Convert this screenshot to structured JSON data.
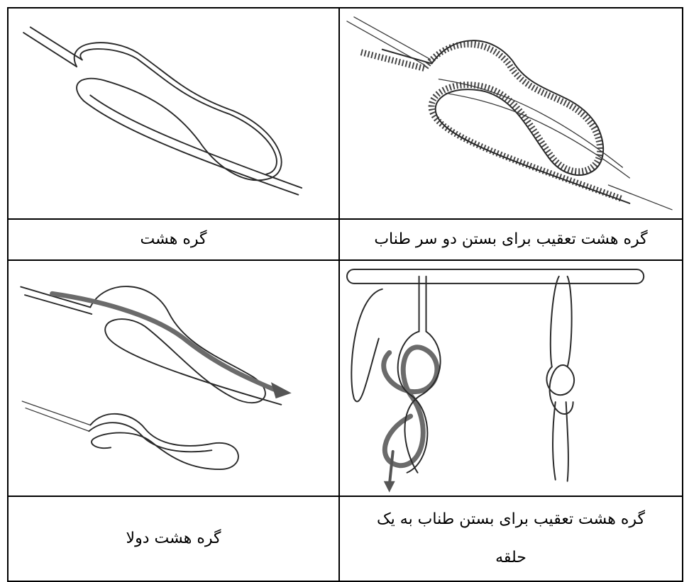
{
  "captions": {
    "figure_eight": "گره هشت",
    "figure_eight_follow_through_two_ends": "گره  هشت تعقیب برای بستن دو سر طناب",
    "double_figure_eight": "گره هشت دولا",
    "figure_eight_follow_through_ring_line1": "گره هشت تعقیب برای بستن طناب به یک",
    "figure_eight_follow_through_ring_line2": "حلقه"
  },
  "icons": {
    "figure_eight_knot": "figure-eight-knot-illustration",
    "follow_through_two_ends": "follow-through-two-ropes-illustration",
    "double_figure_eight": "double-figure-eight-illustration",
    "follow_through_ring": "follow-through-bar-illustration"
  }
}
